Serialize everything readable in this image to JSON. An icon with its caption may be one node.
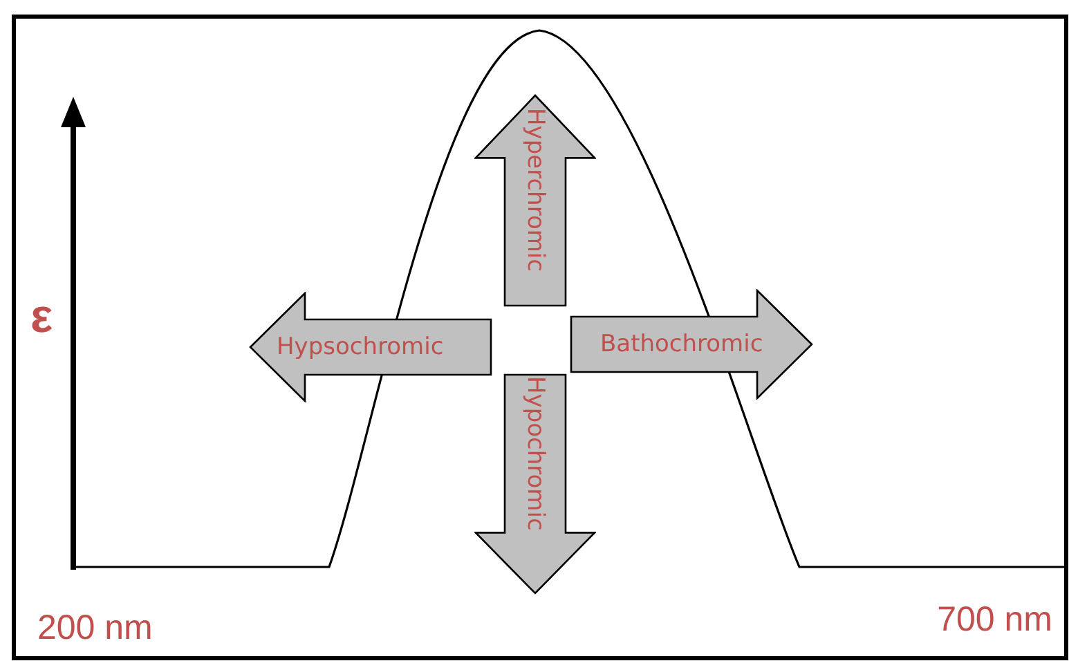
{
  "diagram": {
    "nodes": [
      {
        "text": [
          "Hyperchromic"
        ]
      },
      {
        "text": [
          "Hypsochromic"
        ]
      },
      {
        "text": [
          "Bathochromic"
        ]
      },
      {
        "text": [
          "Hypochromic"
        ]
      }
    ],
    "labels": [
      "ε",
      "200 nm",
      "700 nm"
    ]
  }
}
